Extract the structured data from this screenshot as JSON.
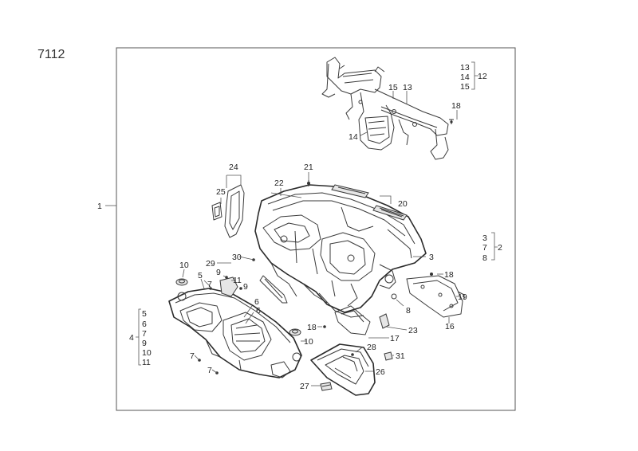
{
  "page_code": "7112",
  "labels": {
    "l1": "1",
    "l2": "2",
    "l3": "3",
    "l4": "4",
    "l5": "5",
    "l6": "6",
    "l7": "7",
    "l8": "8",
    "l9": "9",
    "l10": "10",
    "l11": "11",
    "l12": "12",
    "l13": "13",
    "l14": "14",
    "l15": "15",
    "l16": "16",
    "l17": "17",
    "l18": "18",
    "l19": "19",
    "l20": "20",
    "l21": "21",
    "l22": "22",
    "l23": "23",
    "l24": "24",
    "l25": "25",
    "l26": "26",
    "l27": "27",
    "l28": "28",
    "l29": "29",
    "l30": "30",
    "l31": "31"
  },
  "groups": {
    "group_12": [
      "13",
      "14",
      "15"
    ],
    "group_2": [
      "3",
      "7",
      "8"
    ],
    "group_4": [
      "5",
      "6",
      "7",
      "9",
      "10",
      "11"
    ]
  }
}
